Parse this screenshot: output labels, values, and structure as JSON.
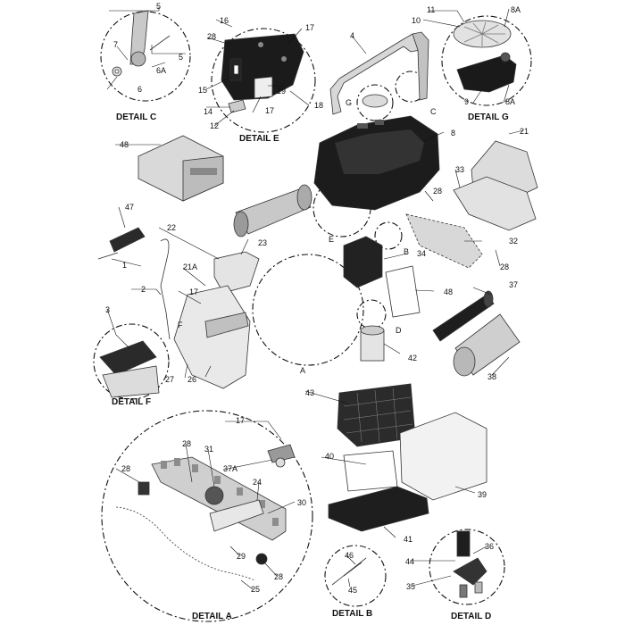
{
  "details": {
    "c": "DETAIL C",
    "e": "DETAIL E",
    "g": "DETAIL G",
    "f": "DETAIL F",
    "a": "DETAIL A",
    "b": "DETAIL B",
    "d": "DETAIL D"
  },
  "callouts": {
    "letter_g": "G",
    "letter_c": "C",
    "letter_e": "E",
    "letter_b": "B",
    "letter_f": "F",
    "letter_a": "A",
    "letter_d": "D"
  },
  "part_numbers": [
    "1",
    "2",
    "3",
    "4",
    "5",
    "6",
    "6A",
    "7",
    "8",
    "8A",
    "9",
    "10",
    "11",
    "12",
    "14",
    "15",
    "16",
    "17",
    "18",
    "19",
    "21",
    "21A",
    "22",
    "23",
    "24",
    "25",
    "26",
    "27",
    "28",
    "29",
    "30",
    "31",
    "32",
    "33",
    "34",
    "35",
    "36",
    "37",
    "37A",
    "38",
    "39",
    "40",
    "41",
    "42",
    "43",
    "44",
    "45",
    "46",
    "47",
    "48"
  ]
}
